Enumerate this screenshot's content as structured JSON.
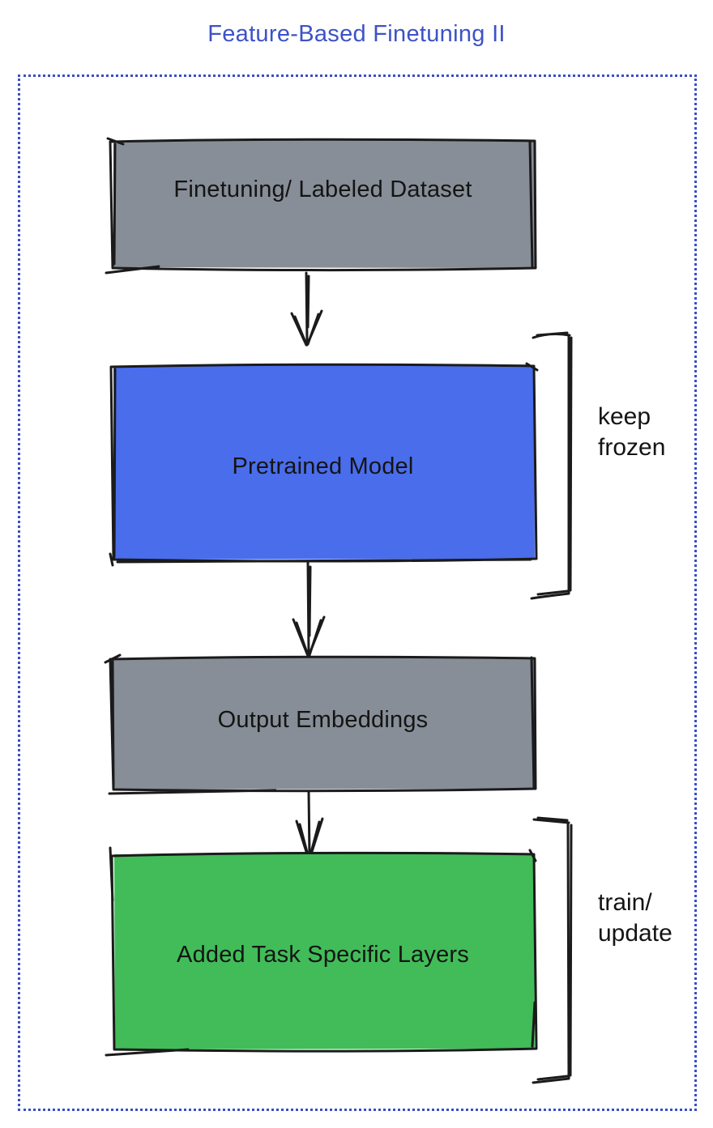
{
  "title": "Feature-Based Finetuning II",
  "colors": {
    "title_blue": "#3d52c6",
    "frame_dotted_blue": "#3a4ec6",
    "box_gray": "#878e97",
    "box_blue": "#4a6dec",
    "box_green": "#41bc59",
    "sketch_stroke": "#1b1b1b"
  },
  "boxes": [
    {
      "id": "dataset",
      "label": "Finetuning/ Labeled Dataset",
      "fill_color": "#878e97"
    },
    {
      "id": "pretrained",
      "label": "Pretrained Model",
      "fill_color": "#4a6dec"
    },
    {
      "id": "embeddings",
      "label": "Output Embeddings",
      "fill_color": "#878e97"
    },
    {
      "id": "task_layers",
      "label": "Added Task Specific Layers",
      "fill_color": "#41bc59"
    }
  ],
  "annotations": [
    {
      "id": "keep_frozen",
      "text": "keep\nfrozen"
    },
    {
      "id": "train_update",
      "text": "train/\nupdate"
    }
  ]
}
